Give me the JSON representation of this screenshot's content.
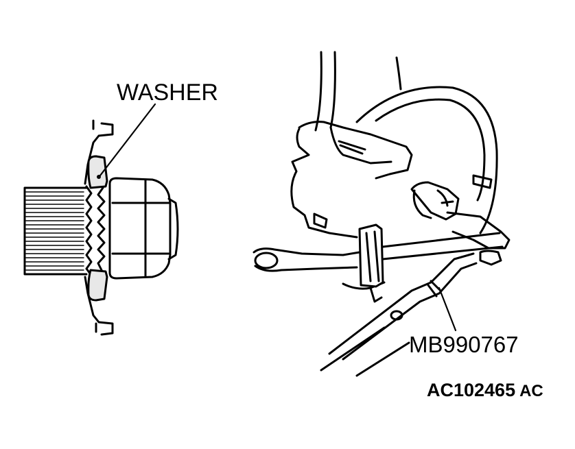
{
  "labels": {
    "washer": "WASHER",
    "tool": "MB990767"
  },
  "figure": {
    "code": "AC102465",
    "suffix": "AC"
  },
  "colors": {
    "ink": "#000000",
    "background": "#ffffff"
  }
}
